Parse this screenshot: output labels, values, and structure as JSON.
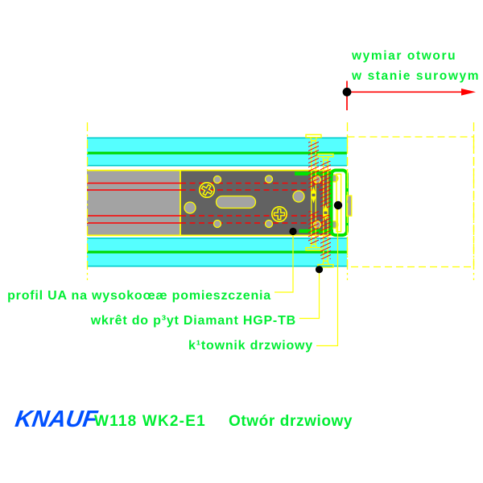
{
  "colors": {
    "cyan-fill": "#55FFFF",
    "cyan-edge": "#00CCCC",
    "band-green": "#00D900",
    "bracket-green": "#00E300",
    "text-green": "#00EE33",
    "yellow": "#FFFF00",
    "red": "#FF0000",
    "gray-light": "#A3A3A3",
    "gray-dark": "#626262",
    "knauf-blue": "#0050FF",
    "black": "#000000",
    "paper": "#FFFFFF"
  },
  "dimension_note": {
    "line1": "wymiar otworu",
    "line2": "w stanie surowym"
  },
  "callouts": {
    "ua_profile": "profil UA na wysokoœæ pomieszczenia",
    "screw": "wkrêt do p³yt Diamant HGP-TB",
    "door_angle": "k¹townik drzwiowy"
  },
  "title_block": {
    "logo_text": "KNAUF",
    "system_code": "W118 WK2-E1",
    "drawing_title": "Otwór drzwiowy"
  }
}
